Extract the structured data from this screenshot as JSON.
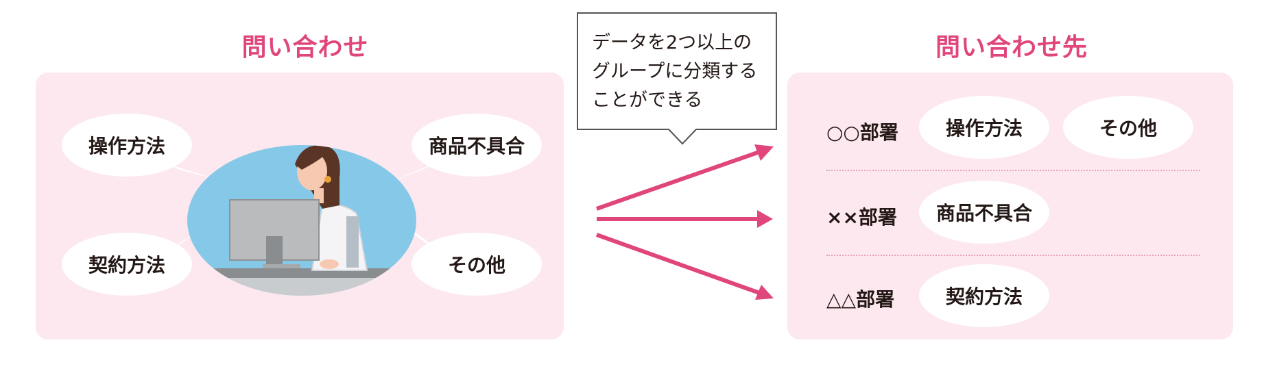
{
  "left": {
    "title": "問い合わせ",
    "bubbles": [
      "操作方法",
      "商品不具合",
      "契約方法",
      "その他"
    ]
  },
  "callout": {
    "text": "データを2つ以上の\nグループに分類する\nことができる"
  },
  "right": {
    "title": "問い合わせ先",
    "rows": [
      {
        "dept": "○○部署",
        "tags": [
          "操作方法",
          "その他"
        ]
      },
      {
        "dept": "××部署",
        "tags": [
          "商品不具合"
        ]
      },
      {
        "dept": "△△部署",
        "tags": [
          "契約方法"
        ]
      }
    ]
  },
  "colors": {
    "accent": "#e0457b",
    "panel": "#fce8ee",
    "circle": "#86c8e8"
  }
}
